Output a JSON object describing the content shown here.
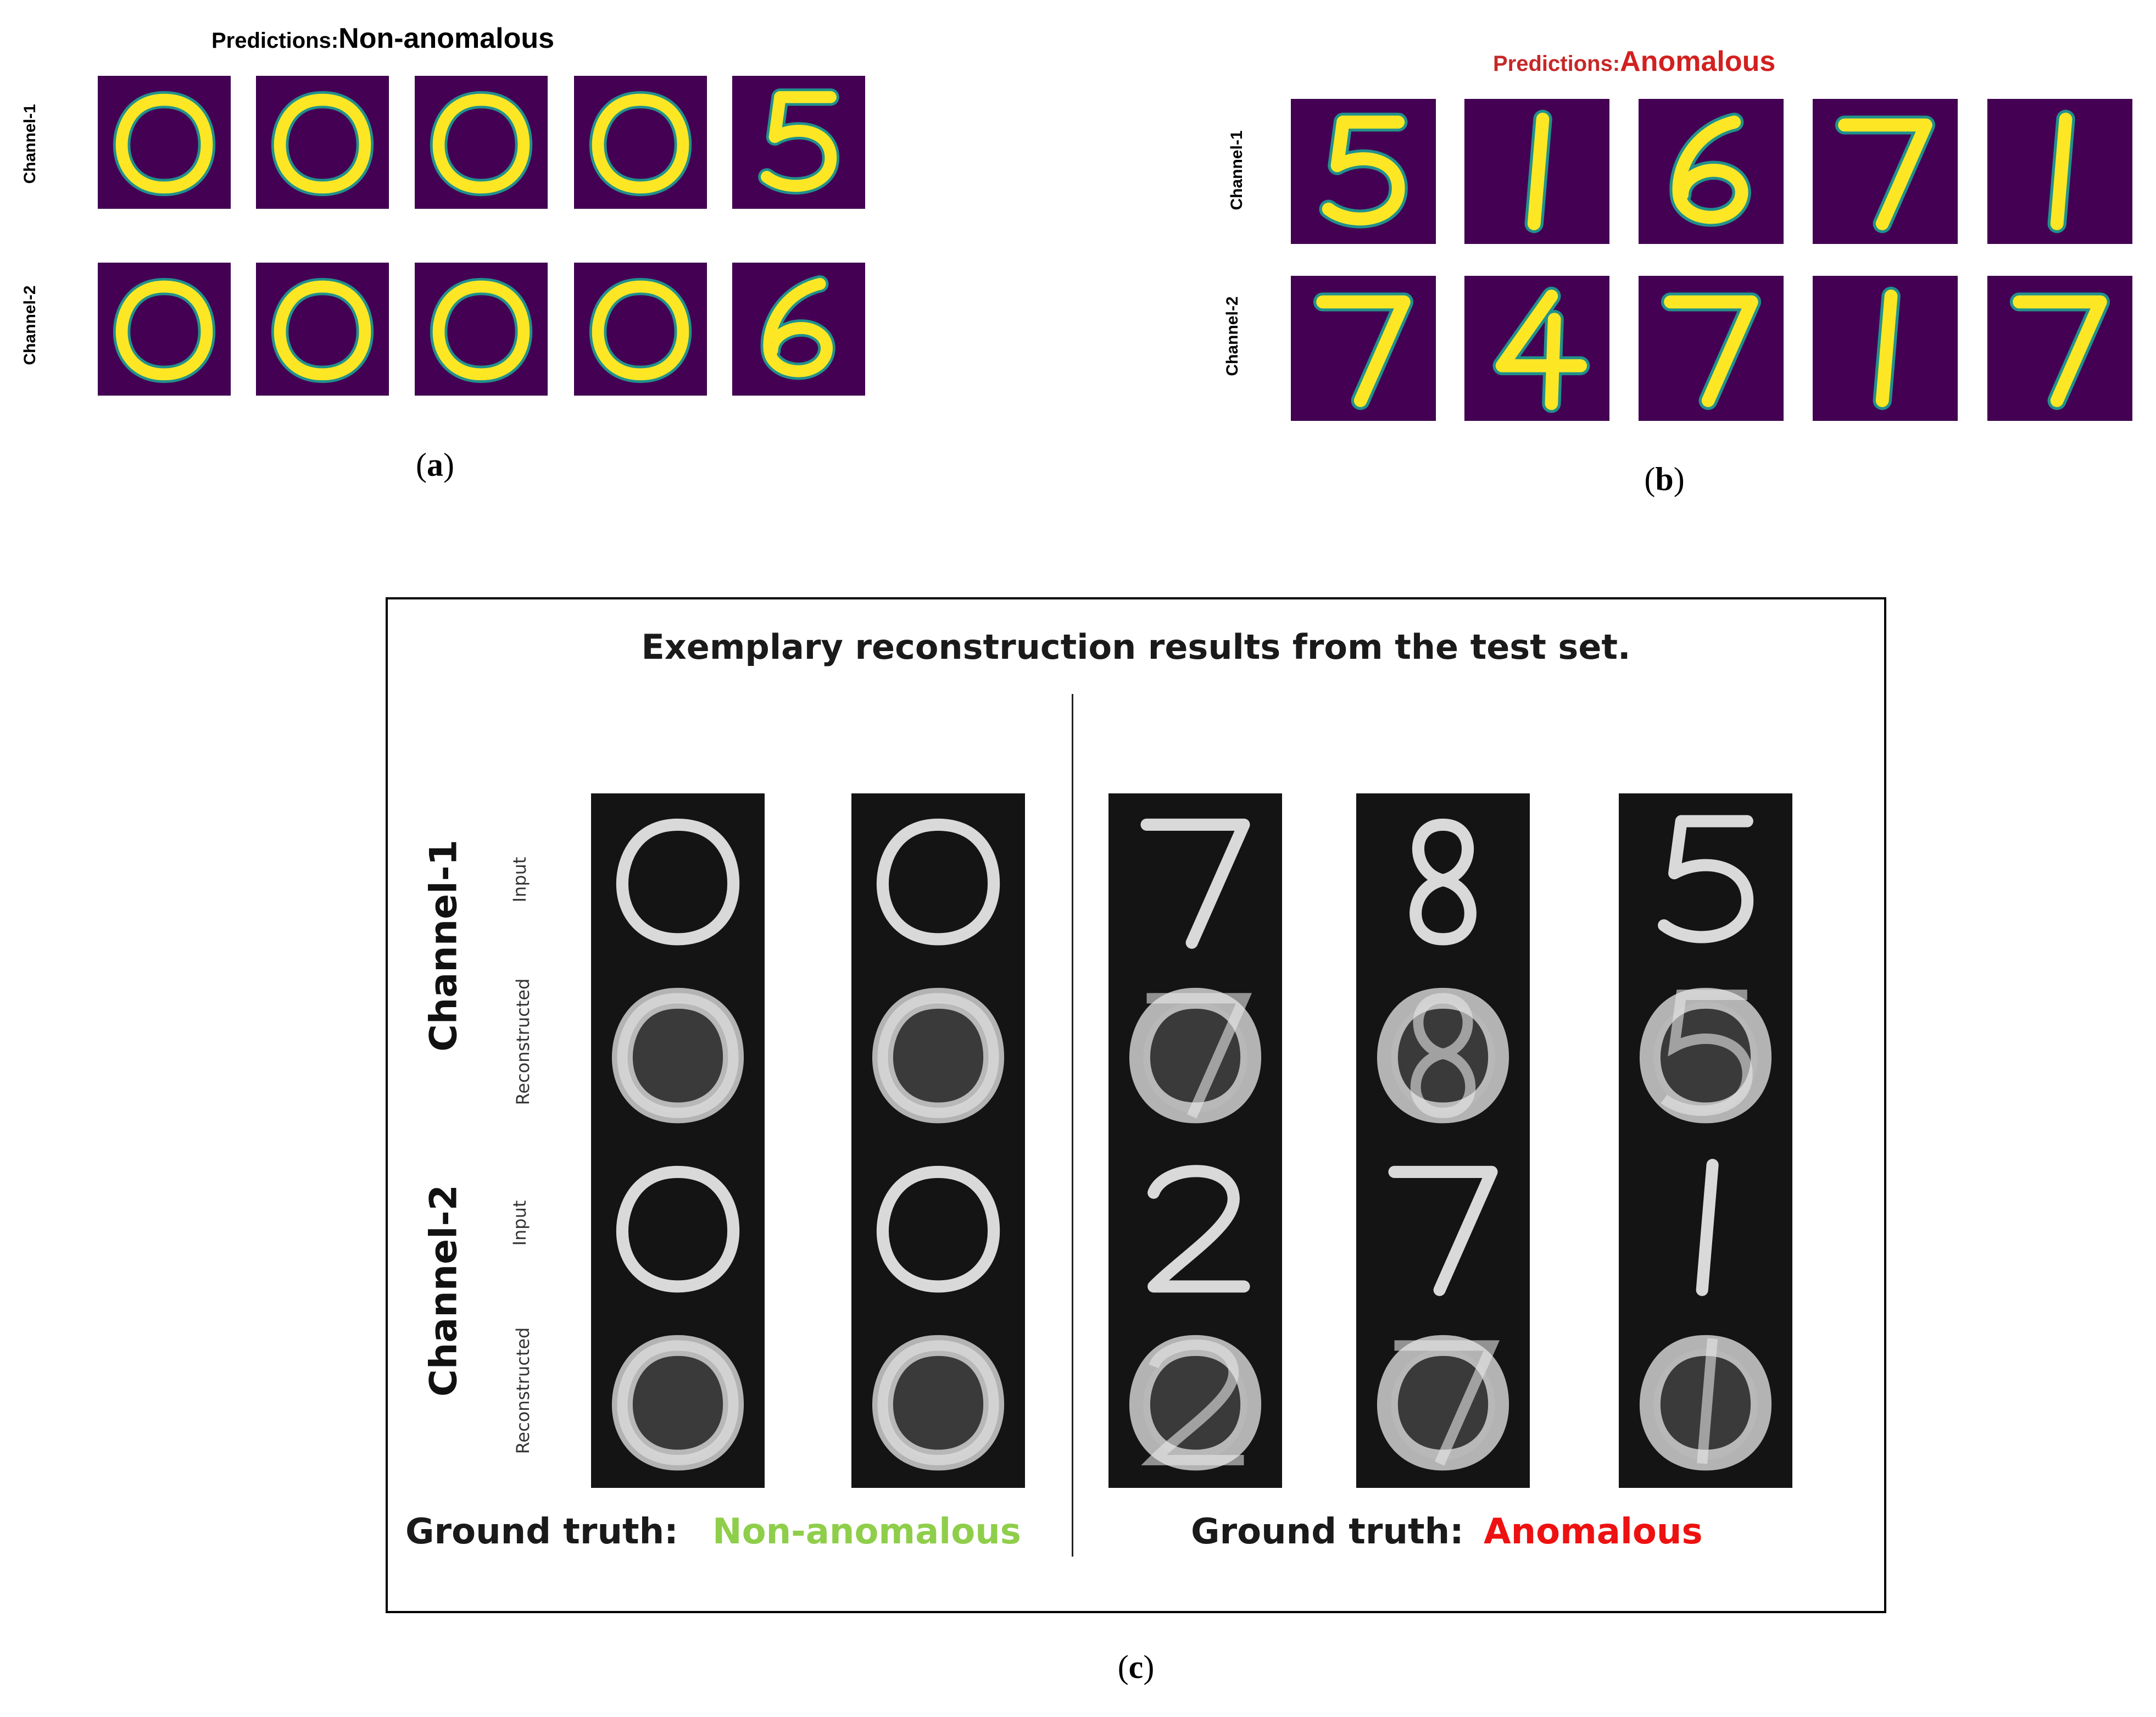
{
  "panel_a": {
    "title_label": "Predictions:",
    "title_value": "Non-anomalous",
    "row_labels": [
      "Channel-1",
      "Channel-2"
    ],
    "channel_1_digits": [
      "0",
      "0",
      "0",
      "0",
      "5"
    ],
    "channel_2_digits": [
      "0",
      "0",
      "0",
      "0",
      "6"
    ],
    "caption_open": "(",
    "caption_letter": "a",
    "caption_close": ")"
  },
  "panel_b": {
    "title_label": "Predictions:",
    "title_value": "Anomalous",
    "title_color": "#d32020",
    "row_labels": [
      "Channel-1",
      "Channel-2"
    ],
    "channel_1_digits": [
      "5",
      "1",
      "6",
      "7",
      "1"
    ],
    "channel_2_digits": [
      "7",
      "4",
      "7",
      "1",
      "7"
    ],
    "caption_open": "(",
    "caption_letter": "b",
    "caption_close": ")"
  },
  "panel_c": {
    "title": "Exemplary reconstruction results from the test set.",
    "channel_labels": [
      "Channel-1",
      "Channel-2"
    ],
    "row_labels": [
      "Input",
      "Reconstructed",
      "Input",
      "Reconstructed"
    ],
    "columns": [
      {
        "channel_1_input": "0",
        "channel_2_input": "0"
      },
      {
        "channel_1_input": "0",
        "channel_2_input": "0"
      },
      {
        "channel_1_input": "7",
        "channel_2_input": "2"
      },
      {
        "channel_1_input": "8",
        "channel_2_input": "7"
      },
      {
        "channel_1_input": "5",
        "channel_2_input": "1"
      }
    ],
    "ground_truth_label_left": "Ground truth:",
    "ground_truth_value_left": "Non-anomalous",
    "ground_truth_color_left": "#8fce4a",
    "ground_truth_label_right": "Ground truth:",
    "ground_truth_value_right": "Anomalous",
    "ground_truth_color_right": "#ee1111",
    "caption_open": "(",
    "caption_letter": "c",
    "caption_close": ")"
  },
  "colors": {
    "tile_background": "#440154",
    "digit_stroke": "#fde725",
    "digit_edge": "#21918c"
  }
}
